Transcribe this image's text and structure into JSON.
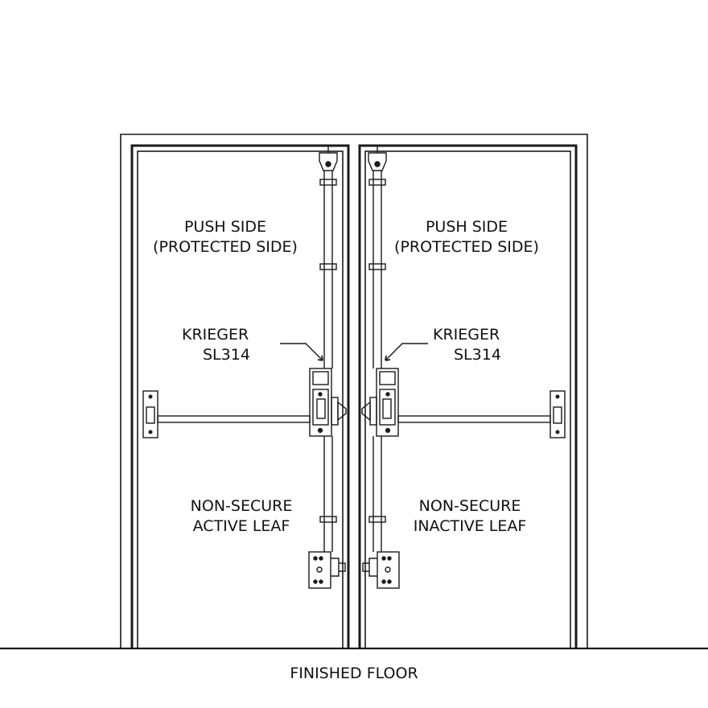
{
  "colors": {
    "line": "#1a1a1a",
    "background": "#ffffff"
  },
  "left_leaf": {
    "side_line1": "PUSH SIDE",
    "side_line2": "(PROTECTED SIDE)",
    "device_line1": "KRIEGER",
    "device_line2": "SL314",
    "leaf_line1": "NON-SECURE",
    "leaf_line2": "ACTIVE LEAF"
  },
  "right_leaf": {
    "side_line1": "PUSH SIDE",
    "side_line2": "(PROTECTED SIDE)",
    "device_line1": "KRIEGER",
    "device_line2": "SL314",
    "leaf_line1": "NON-SECURE",
    "leaf_line2": "INACTIVE LEAF"
  },
  "floor_label": "FINISHED FLOOR"
}
